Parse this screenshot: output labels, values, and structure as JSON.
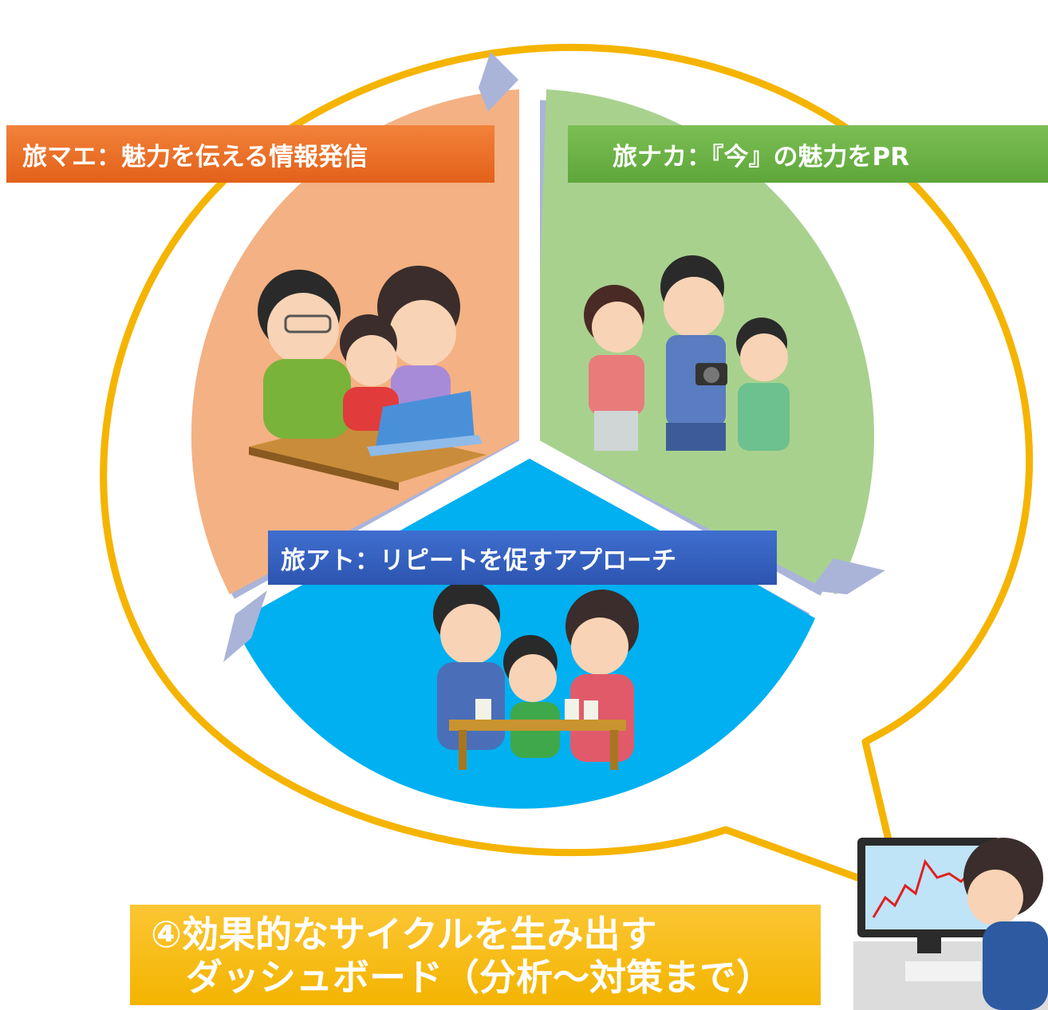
{
  "labels": {
    "before": "旅マエ：魅力を伝える情報発信",
    "during": "旅ナカ：『今』の魅力をPR",
    "after": "旅アト：リピートを促すアプローチ"
  },
  "caption": {
    "line1": "④効果的なサイクルを生み出す",
    "line2": "ダッシュボード（分析～対策まで）"
  },
  "colors": {
    "bubble_outline": "#f5b400",
    "before_sector": "#f4b183",
    "during_sector": "#a9d18e",
    "after_sector": "#00b0f0",
    "cycle_arrow": "#aab4d9"
  },
  "icons": [
    "family-computer-illustration",
    "family-sightseeing-camera-illustration",
    "family-tea-table-illustration",
    "analyst-monitor-chart-illustration"
  ]
}
